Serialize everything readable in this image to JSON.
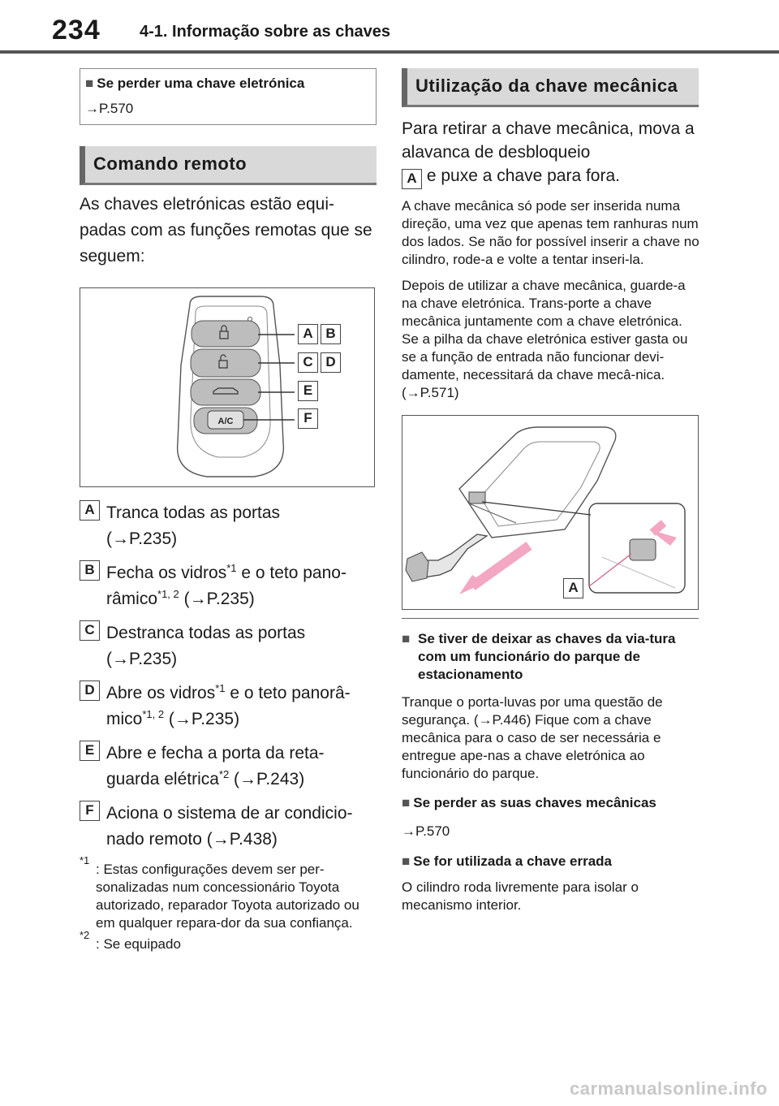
{
  "header": {
    "page_number": "234",
    "section": "4-1. Informação sobre as chaves"
  },
  "left": {
    "note": {
      "heading": "Se perder uma chave eletrónica",
      "ref": "→P.570"
    },
    "remote": {
      "heading": "Comando remoto",
      "intro": "As chaves eletrónicas estão equi-padas com as funções remotas que se seguem:",
      "figure_labels": [
        "A",
        "B",
        "C",
        "D",
        "E",
        "F"
      ],
      "button_ac": "A/C",
      "items": [
        {
          "letter": "A",
          "text": "Tranca todas as portas",
          "ref": "(→P.235)"
        },
        {
          "letter": "B",
          "text": "Fecha os vidros",
          "sup1": "*1",
          "text2": " e o teto pano-râmico",
          "sup2": "*1, 2",
          "ref": " (→P.235)"
        },
        {
          "letter": "C",
          "text": "Destranca todas as portas",
          "ref": "(→P.235)"
        },
        {
          "letter": "D",
          "text": "Abre os vidros",
          "sup1": "*1",
          "text2": " e o teto panorâ-mico",
          "sup2": "*1, 2",
          "ref": " (→P.235)"
        },
        {
          "letter": "E",
          "text": "Abre e fecha a porta da reta-guarda elétrica",
          "sup1": "*2",
          "ref": " (→P.243)"
        },
        {
          "letter": "F",
          "text": "Aciona o sistema de ar condicio-nado remoto",
          "ref": " (→P.438)"
        }
      ],
      "footnotes": [
        {
          "mark": "*1",
          "text": ": Estas configurações devem ser per-sonalizadas num concessionário Toyota autorizado, reparador Toyota autorizado ou em qualquer repara-dor da sua confiança."
        },
        {
          "mark": "*2",
          "text": ": Se equipado"
        }
      ]
    }
  },
  "right": {
    "mech": {
      "heading": "Utilização da chave mecânica",
      "intro_part1": "Para retirar a chave mecânica, mova a alavanca de desbloqueio",
      "intro_letter": "A",
      "intro_part2": " e puxe a chave para fora.",
      "para1": "A chave mecânica só pode ser inserida numa direção, uma vez que apenas tem ranhuras num dos lados. Se não for possível inserir a chave no cilindro, rode-a e volte a tentar inseri-la.",
      "para2": "Depois de utilizar a chave mecânica, guarde-a na chave eletrónica. Trans-porte a chave mecânica juntamente com a chave eletrónica. Se a pilha da chave eletrónica estiver gasta ou se a função de entrada não funcionar devi-damente, necessitará da chave mecâ-nica. (→P.571)",
      "figure_label": "A"
    },
    "notes": [
      {
        "heading": "Se tiver de deixar as chaves da via-tura com um funcionário do parque de estacionamento",
        "text": "Tranque o porta-luvas por uma questão de segurança. (→P.446) Fique com a chave mecânica para o caso de ser necessária e entregue ape-nas a chave eletrónica ao funcionário do parque."
      },
      {
        "heading": "Se perder as suas chaves mecânicas",
        "text": "→P.570"
      },
      {
        "heading": "Se for utilizada a chave errada",
        "text": "O cilindro roda livremente para isolar o mecanismo interior."
      }
    ]
  },
  "watermark": "carmanualsonline.info"
}
